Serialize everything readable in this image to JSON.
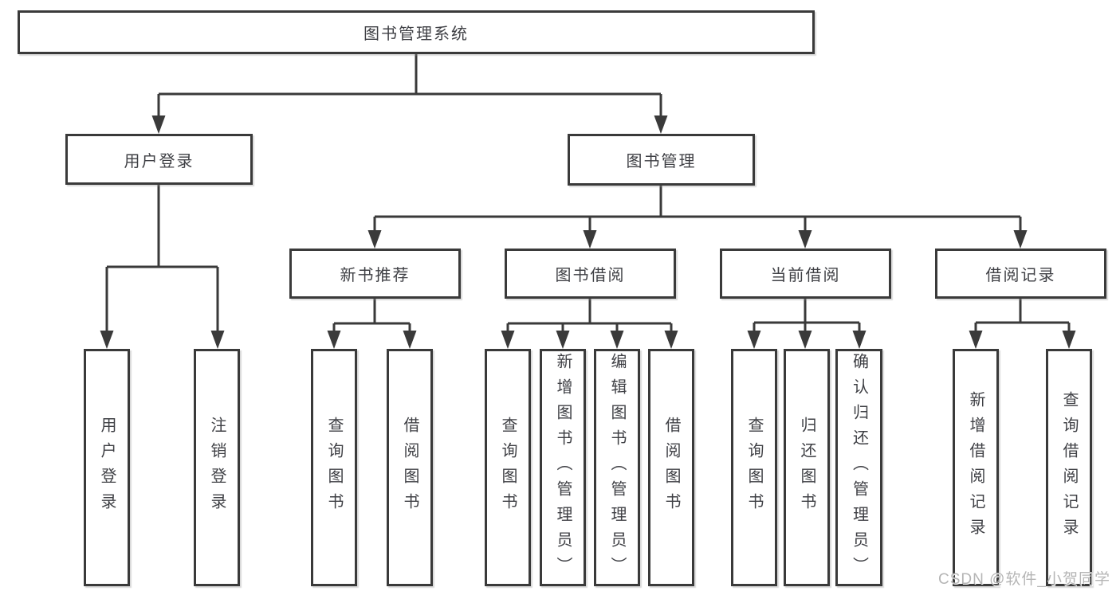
{
  "tree": {
    "root": {
      "label": "图书管理系统"
    },
    "branches": [
      {
        "label": "用户登录",
        "children": [
          {
            "label": "用户登录"
          },
          {
            "label": "注销登录"
          }
        ]
      },
      {
        "label": "图书管理",
        "children": [
          {
            "label": "新书推荐",
            "children": [
              {
                "label": "查询图书"
              },
              {
                "label": "借阅图书"
              }
            ]
          },
          {
            "label": "图书借阅",
            "children": [
              {
                "label": "查询图书"
              },
              {
                "label": "新增图书（管理员）"
              },
              {
                "label": "编辑图书（管理员）"
              },
              {
                "label": "借阅图书"
              }
            ]
          },
          {
            "label": "当前借阅",
            "children": [
              {
                "label": "查询图书"
              },
              {
                "label": "归还图书"
              },
              {
                "label": "确认归还（管理员）"
              }
            ]
          },
          {
            "label": "借阅记录",
            "children": [
              {
                "label": "新增借阅记录"
              },
              {
                "label": "查询借阅记录"
              }
            ]
          }
        ]
      }
    ]
  },
  "watermark": {
    "text": "CSDN @软件_小贺同学"
  },
  "colors": {
    "line": "#3a3a3a",
    "text": "#3f4045",
    "background": "#ffffff",
    "watermark": "#b5b5b5"
  }
}
